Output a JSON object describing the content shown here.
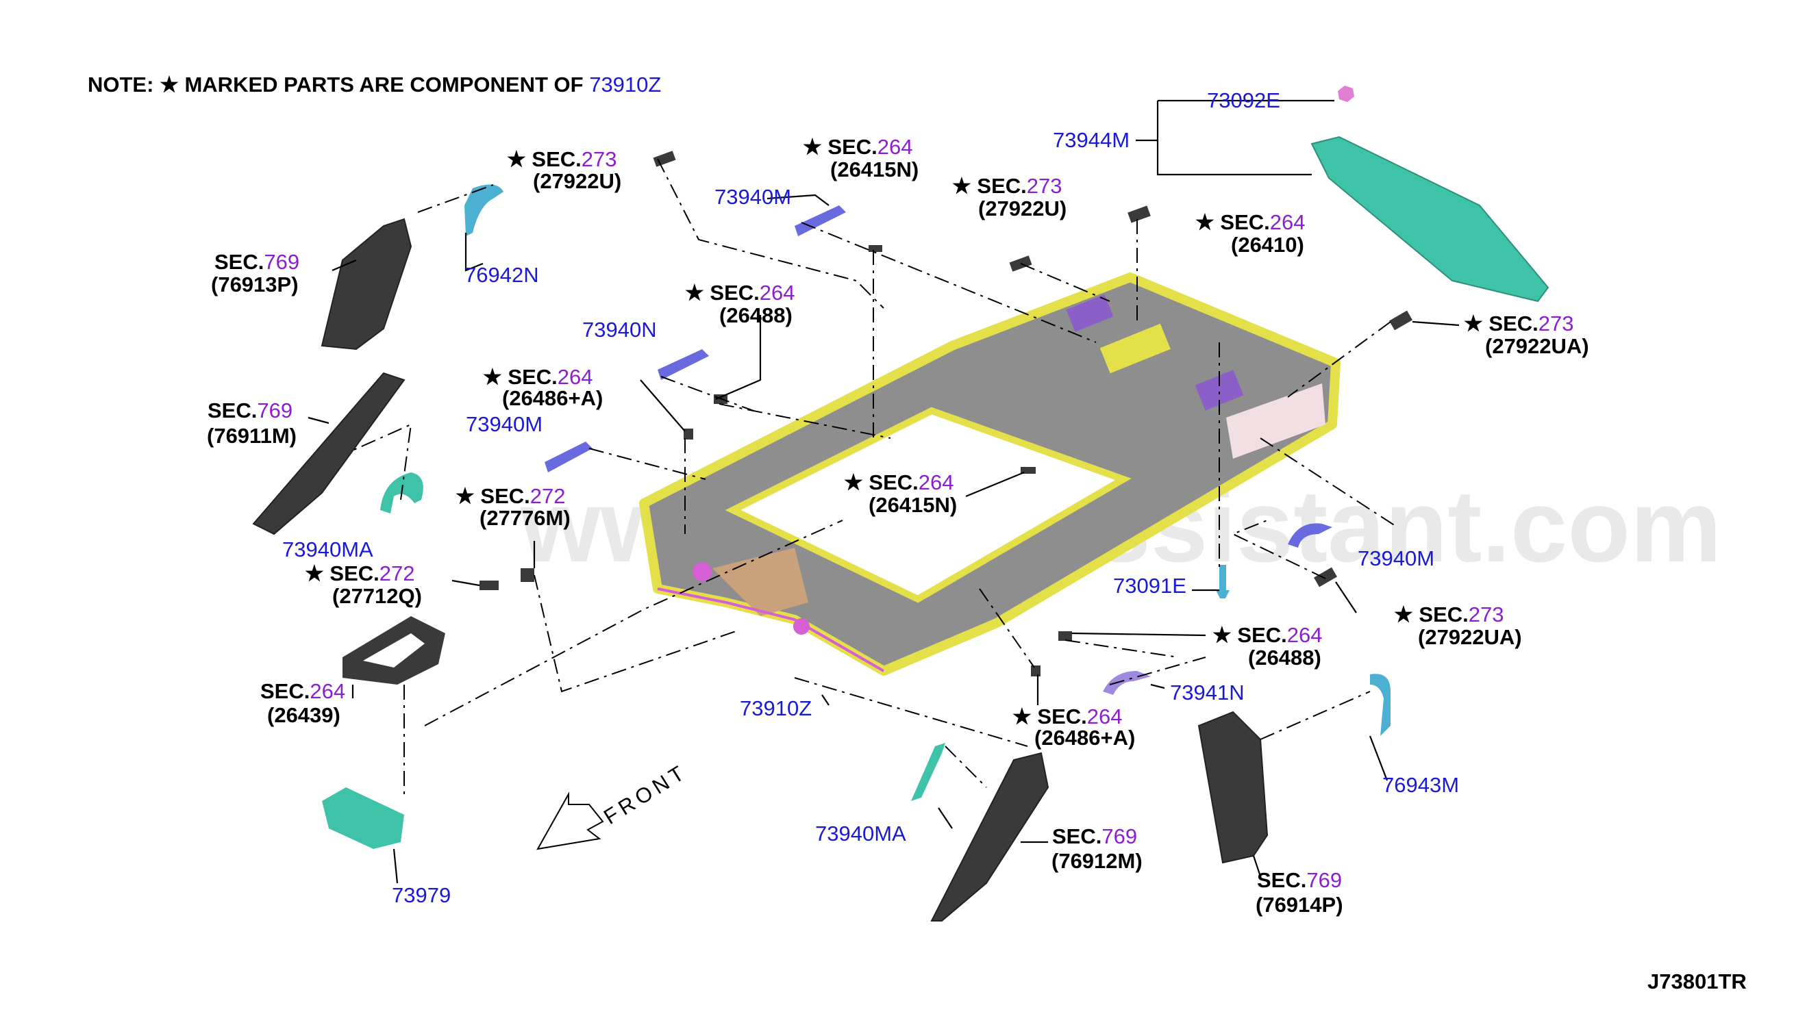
{
  "note": {
    "prefix": "NOTE: ",
    "star": "★",
    "text": " MARKED PARTS ARE COMPONENT OF ",
    "ref": "73910Z"
  },
  "star": "★",
  "sec_prefix": "SEC.",
  "watermark": "www.partsassistant.com",
  "front_label": "FRONT",
  "diagram_code": "J73801TR",
  "part_numbers": {
    "p73092E": "73092E",
    "p73944M": "73944M",
    "p73940M_a": "73940M",
    "p73940N": "73940N",
    "p73940M_b": "73940M",
    "p73940MA_a": "73940MA",
    "p76942N": "76942N",
    "p73091E": "73091E",
    "p73940M_c": "73940M",
    "p73910Z": "73910Z",
    "p73941N": "73941N",
    "p76943M": "76943M",
    "p73940MA_b": "73940MA",
    "p73979": "73979"
  },
  "sections": {
    "s1": {
      "sec": "273",
      "part": "(27922U)"
    },
    "s2": {
      "sec": "264",
      "part": "(26415N)"
    },
    "s3": {
      "sec": "273",
      "part": "(27922U)"
    },
    "s4": {
      "sec": "264",
      "part": "(26410)"
    },
    "s5": {
      "sec": "769",
      "part": "(76913P)"
    },
    "s6": {
      "sec": "264",
      "part": "(26488)"
    },
    "s7": {
      "sec": "273",
      "part": "(27922UA)"
    },
    "s8": {
      "sec": "264",
      "part": "(26486+A)"
    },
    "s9": {
      "sec": "769",
      "part": "(76911M)"
    },
    "s10": {
      "sec": "264",
      "part": "(26415N)"
    },
    "s11": {
      "sec": "272",
      "part": "(27776M)"
    },
    "s12": {
      "sec": "272",
      "part": "(27712Q)"
    },
    "s13": {
      "sec": "273",
      "part": "(27922UA)"
    },
    "s14": {
      "sec": "264",
      "part": "(26488)"
    },
    "s15": {
      "sec": "264",
      "part": "(26439)"
    },
    "s16": {
      "sec": "264",
      "part": "(26486+A)"
    },
    "s17": {
      "sec": "769",
      "part": "(76912M)"
    },
    "s18": {
      "sec": "769",
      "part": "(76914P)"
    }
  },
  "colors": {
    "part_number": "#1a1ad6",
    "section_number": "#8a1ed0",
    "headliner_body": "#8e8e8e",
    "headliner_trim": "#e3e04a",
    "teal_part": "#3fc3a8",
    "grip_handle": "#6a6ae0",
    "pillar_dark": "#3a3a3a"
  }
}
